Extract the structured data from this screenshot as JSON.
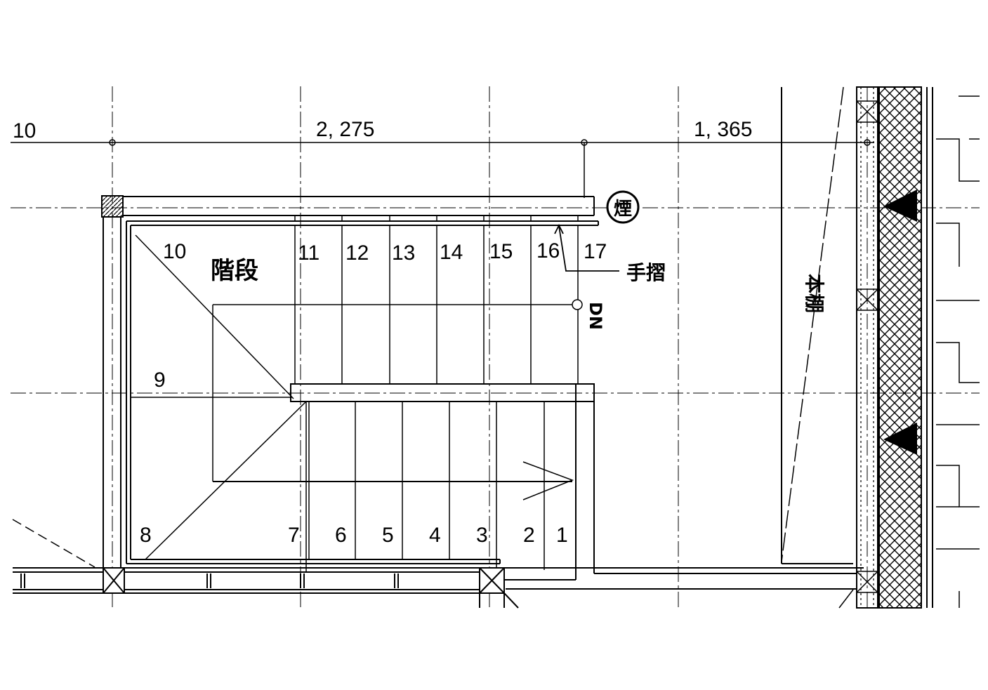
{
  "dimensions": {
    "left": "10",
    "middle": "2, 275",
    "right": "1, 365"
  },
  "labels": {
    "room": "階段",
    "handrail": "手摺",
    "smoke_symbol": "煙",
    "down": "DN",
    "shelf": "本棚"
  },
  "steps_upper": [
    "10",
    "11",
    "12",
    "13",
    "14",
    "15",
    "16",
    "17"
  ],
  "landing_label": "9",
  "steps_lower": [
    "8",
    "7",
    "6",
    "5",
    "4",
    "3",
    "2",
    "1"
  ],
  "colors": {
    "line": "#000000",
    "background": "#ffffff"
  }
}
